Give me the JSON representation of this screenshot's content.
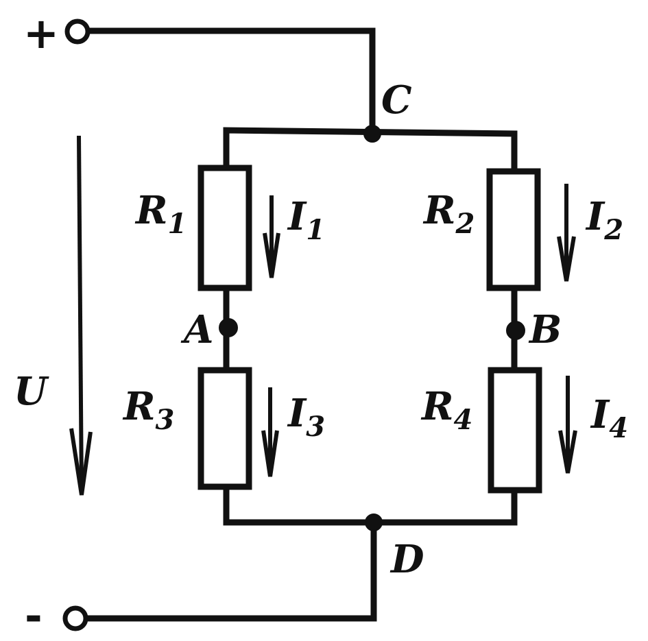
{
  "terminals": {
    "plus": "+",
    "minus": "-"
  },
  "nodes": {
    "c": "C",
    "d": "D",
    "a": "A",
    "b": "B"
  },
  "voltage": {
    "label": "U"
  },
  "resistors": [
    {
      "letter": "R",
      "index": "1"
    },
    {
      "letter": "R",
      "index": "2"
    },
    {
      "letter": "R",
      "index": "3"
    },
    {
      "letter": "R",
      "index": "4"
    }
  ],
  "currents": [
    {
      "letter": "I",
      "index": "1"
    },
    {
      "letter": "I",
      "index": "2"
    },
    {
      "letter": "I",
      "index": "3"
    },
    {
      "letter": "I",
      "index": "4"
    }
  ]
}
